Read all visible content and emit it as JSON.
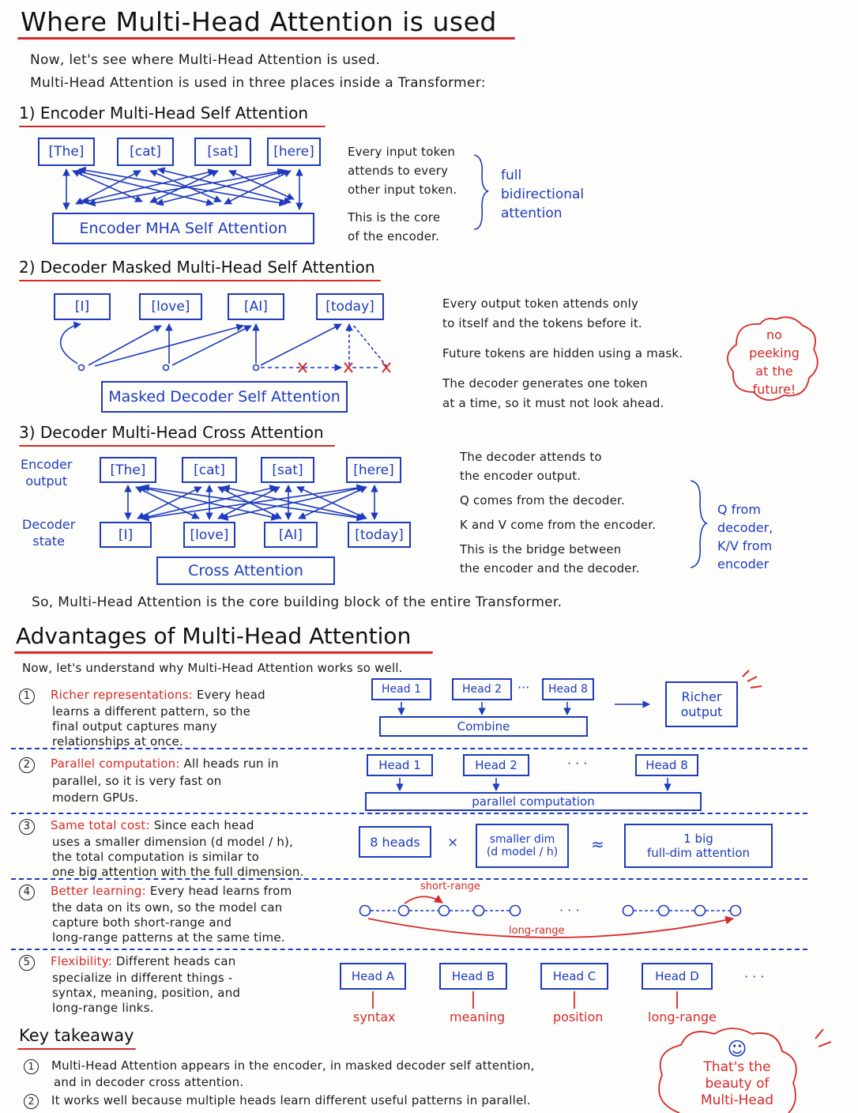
{
  "title": "Where Multi-Head Attention is used",
  "intro": [
    "Now, let's see where Multi-Head Attention is used.",
    "Multi-Head Attention is used in three places inside a Transformer:"
  ],
  "s1": {
    "heading": "1) Encoder Multi-Head Self Attention",
    "tokens": [
      "[The]",
      "[cat]",
      "[sat]",
      "[here]"
    ],
    "block": "Encoder MHA Self Attention",
    "notes": [
      "Every input token",
      "attends to every",
      "other input token.",
      "This is the core",
      "of the encoder."
    ],
    "side": [
      "full",
      "bidirectional",
      "attention"
    ]
  },
  "s2": {
    "heading": "2) Decoder Masked Multi-Head Self Attention",
    "tokens": [
      "[I]",
      "[love]",
      "[AI]",
      "[today]"
    ],
    "block": "Masked Decoder Self Attention",
    "notes": [
      "Every output token attends only",
      "to itself and the tokens before it.",
      "Future tokens are hidden using a mask.",
      "The decoder generates one token",
      "at a time, so it must not look ahead."
    ],
    "cloud": [
      "no",
      "peeking",
      "at the",
      "future!"
    ]
  },
  "s3": {
    "heading": "3) Decoder Multi-Head Cross Attention",
    "label_top": [
      "Encoder",
      "output"
    ],
    "label_bottom": [
      "Decoder",
      "state"
    ],
    "enc_tokens": [
      "[The]",
      "[cat]",
      "[sat]",
      "[here]"
    ],
    "dec_tokens": [
      "[I]",
      "[love]",
      "[AI]",
      "[today]"
    ],
    "block": "Cross Attention",
    "notes": [
      "The decoder attends to",
      "the encoder output.",
      "Q comes from the decoder.",
      "K and V come from the encoder.",
      "This is the bridge between",
      "the encoder and the decoder."
    ],
    "side": [
      "Q from",
      "decoder,",
      "K/V from",
      "encoder"
    ]
  },
  "summary": "So, Multi-Head Attention is the core building block of the entire Transformer.",
  "adv": {
    "heading": "Advantages of Multi-Head Attention",
    "intro": "Now, let's understand why Multi-Head Attention works so well.",
    "items": [
      {
        "num": "1",
        "title": "Richer representations:",
        "lines": [
          "Every head",
          "learns a different pattern, so the",
          "final output captures many",
          "relationships at once."
        ]
      },
      {
        "num": "2",
        "title": "Parallel computation:",
        "lines": [
          "All heads run in",
          "parallel, so it is very fast on",
          "modern GPUs."
        ]
      },
      {
        "num": "3",
        "title": "Same total cost:",
        "lines": [
          "Since each head",
          "uses a smaller dimension (d model / h),",
          "the total computation is similar to",
          "one big attention with the full dimension."
        ]
      },
      {
        "num": "4",
        "title": "Better learning:",
        "lines": [
          "Every head learns from",
          "the data on its own, so the model can",
          "capture both short-range and",
          "long-range patterns at the same time."
        ]
      },
      {
        "num": "5",
        "title": "Flexibility:",
        "lines": [
          "Different heads can",
          "specialize in different things -",
          "syntax, meaning, position, and",
          "long-range links."
        ]
      }
    ],
    "d1": {
      "heads": [
        "Head 1",
        "Head 2",
        "Head 8"
      ],
      "dots": "···",
      "combine": "Combine",
      "output": [
        "Richer",
        "output"
      ]
    },
    "d2": {
      "heads": [
        "Head 1",
        "Head 2",
        "Head 8"
      ],
      "dots": "· · ·",
      "bar": "parallel computation"
    },
    "d3": {
      "a": "8 heads",
      "times": "×",
      "b": [
        "smaller dim",
        "(d model / h)"
      ],
      "approx": "≈",
      "c": [
        "1 big",
        "full-dim attention"
      ]
    },
    "d4": {
      "short": "short-range",
      "long": "long-range",
      "dots": "· · ·"
    },
    "d5": {
      "heads": [
        "Head A",
        "Head B",
        "Head C",
        "Head D"
      ],
      "labels": [
        "syntax",
        "meaning",
        "position",
        "long-range"
      ],
      "dots": "· · ·"
    }
  },
  "key": {
    "heading": "Key takeaway",
    "items": [
      {
        "num": "1",
        "lines": [
          "Multi-Head Attention appears in the encoder, in masked decoder self attention,",
          "and in decoder cross attention."
        ]
      },
      {
        "num": "2",
        "lines": [
          "It works well because multiple heads learn different useful patterns in parallel."
        ]
      }
    ],
    "cloud": [
      "☺",
      "That's the",
      "beauty of",
      "Multi-Head"
    ]
  },
  "colors": {
    "blue": "#1f3bbf",
    "red": "#d42a2a",
    "ink": "#1c1c1c"
  }
}
